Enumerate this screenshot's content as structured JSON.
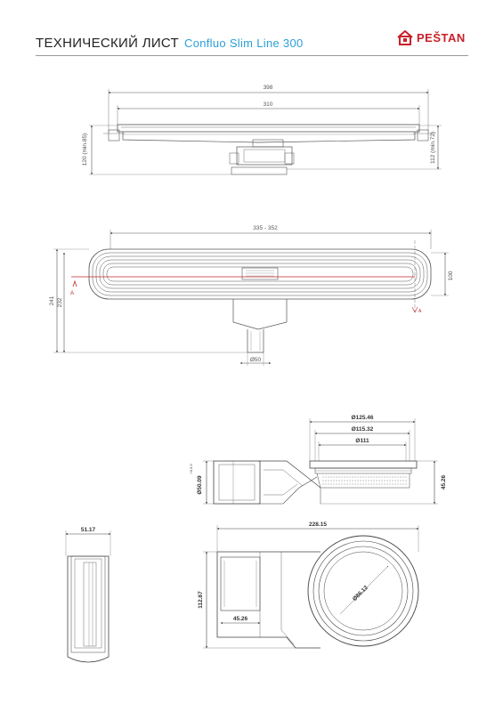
{
  "header": {
    "title": "ТЕХНИЧЕСКИЙ ЛИСТ",
    "subtitle": "Confluo Slim Line 300",
    "logo_text": "PEŠTAN",
    "logo_color": "#c8202a",
    "subtitle_color": "#2a9fd8"
  },
  "side_view": {
    "dim_total_width": "398",
    "dim_grate_width": "310",
    "dim_height_left": "120 (min.85)",
    "dim_height_right": "112 (min.72)"
  },
  "top_view": {
    "dim_length": "335 - 352",
    "dim_width_right": "100",
    "dim_height_241": "241",
    "dim_height_232": "232",
    "dim_outlet": "Ø50",
    "section_mark": "A",
    "section_line_color": "#c0282d"
  },
  "siphon_side": {
    "dim_d125": "Ø125.46",
    "dim_d115": "Ø115.32",
    "dim_d111": "Ø111",
    "dim_outlet": "Ø50.09",
    "dim_tolerance": "+0.3 0",
    "dim_height": "45.26"
  },
  "siphon_front": {
    "dim_width": "51.17"
  },
  "siphon_top": {
    "dim_length": "228.15",
    "dim_height": "112.67",
    "dim_outlet_len": "45.26",
    "dim_inner": "Ø86.12"
  }
}
